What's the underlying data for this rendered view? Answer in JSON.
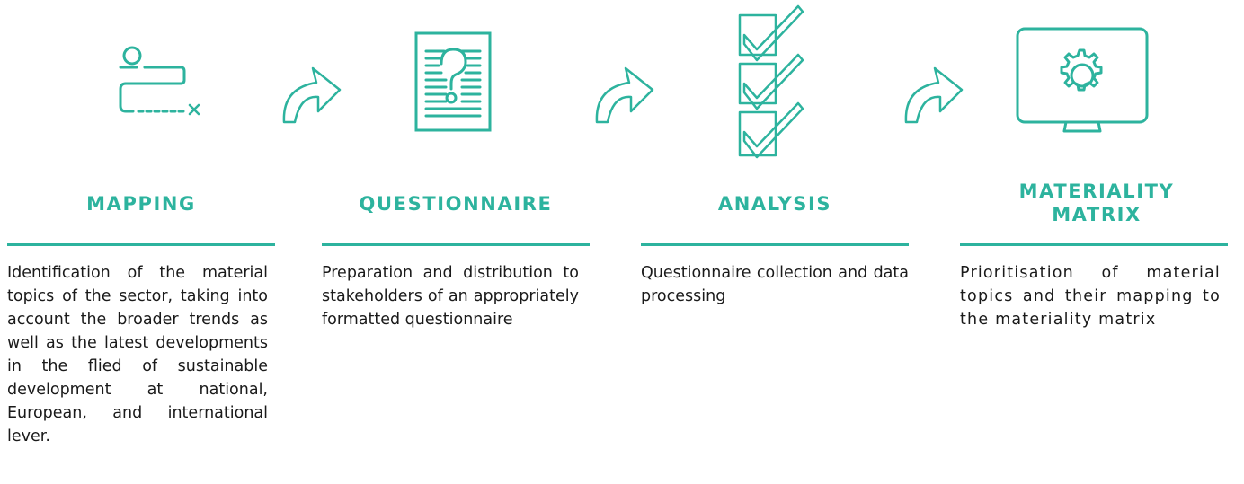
{
  "colors": {
    "accent": "#2db39e",
    "text": "#1a1a1a"
  },
  "steps": [
    {
      "title": "MAPPING",
      "icon": "route-map-icon",
      "description": "Identification of the ma­terial topics of the sector, taking into account the broader trends as well as the latest developments in the flied of sustainable development at national, European, and interna­tional lever."
    },
    {
      "title": "QUESTIONNAIRE",
      "icon": "questionnaire-document-icon",
      "description": "Preparation and distribu­tion to stakeholders of an appropriately format­ted questionnaire"
    },
    {
      "title": "ANALYSIS",
      "icon": "checklist-icon",
      "description": "Questionnaire collection and data processing"
    },
    {
      "title": "MATERIALITY MATRIX",
      "icon": "monitor-gear-icon",
      "description": "Prioritisation of ma­terial topics and their mapping to the mate­riality matrix"
    }
  ],
  "arrows": [
    "curved-arrow-icon",
    "curved-arrow-icon",
    "curved-arrow-icon"
  ]
}
